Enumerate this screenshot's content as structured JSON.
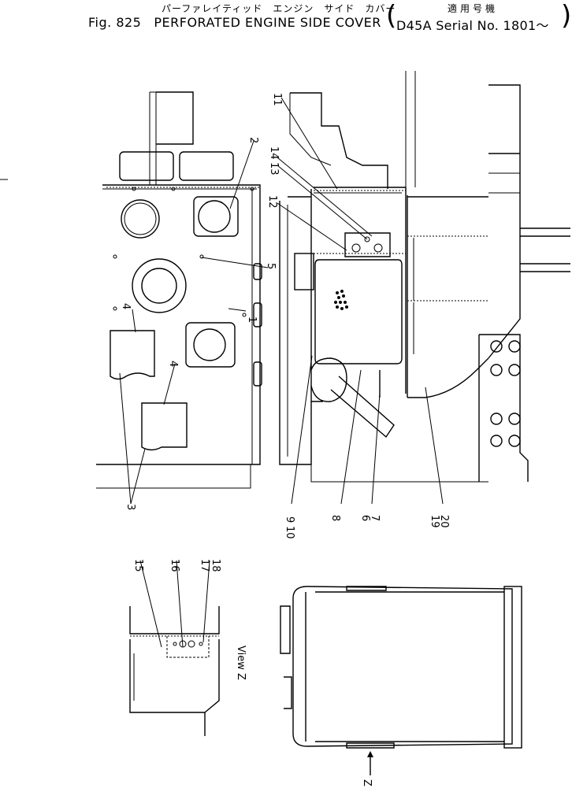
{
  "header": {
    "japanese_title": "パーファレイティッド　エンジン　サイド　カバー",
    "fig_label": "Fig. 825",
    "title": "PERFORATED ENGINE SIDE COVER",
    "applicability_jp": "適用号機",
    "applicability": "D45A Serial No. 1801～"
  },
  "callouts": {
    "c1": "1",
    "c2": "2",
    "c3": "3",
    "c4a": "4",
    "c4b": "4",
    "c5": "5",
    "c6": "6",
    "c7": "7",
    "c8": "8",
    "c9": "9",
    "c10": "10",
    "c11": "11",
    "c12": "12",
    "c13": "13",
    "c14": "14",
    "c15": "15",
    "c16": "16",
    "c17": "17",
    "c18": "18",
    "c19": "19",
    "c20": "20"
  },
  "views": {
    "view_z": "View Z",
    "arrow_z": "Z"
  },
  "colors": {
    "ink": "#000000",
    "paper": "#ffffff"
  }
}
